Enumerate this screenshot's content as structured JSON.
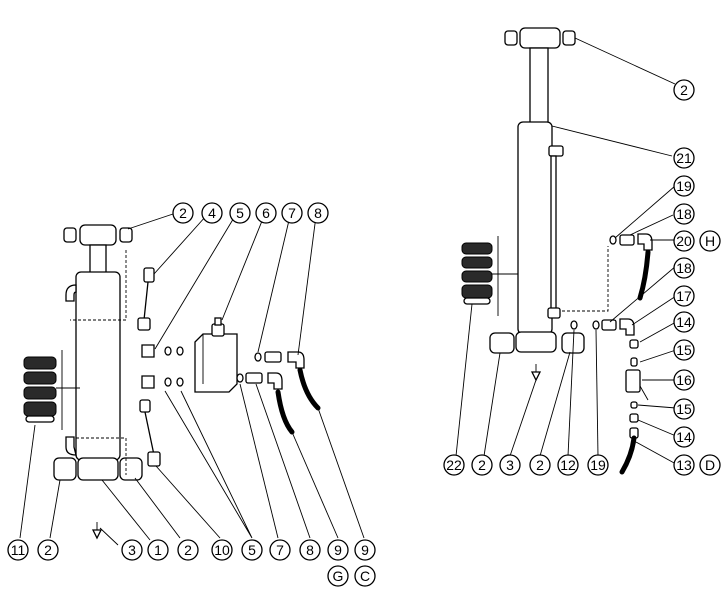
{
  "diagram": {
    "left_assembly_labels": [
      "2",
      "4",
      "5",
      "6",
      "7",
      "8",
      "11",
      "2",
      "3",
      "1",
      "2",
      "10",
      "5",
      "7",
      "8",
      "9",
      "9",
      "G",
      "C"
    ],
    "right_assembly_labels": [
      "2",
      "21",
      "19",
      "18",
      "20",
      "H",
      "18",
      "17",
      "14",
      "15",
      "16",
      "15",
      "14",
      "13",
      "D",
      "22",
      "2",
      "3",
      "2",
      "12",
      "19"
    ]
  }
}
